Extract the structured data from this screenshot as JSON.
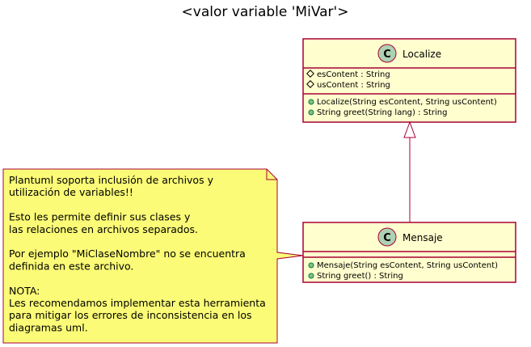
{
  "title": "<valor variable 'MiVar'>",
  "colors": {
    "class_fill": "#FEFECE",
    "class_border": "#A80036",
    "note_fill": "#FBFB77",
    "circle_fill": "#ADD1B2",
    "arrow": "#A80036"
  },
  "classes": {
    "localize": {
      "stereotype_letter": "C",
      "name": "Localize",
      "fields": [
        {
          "visibility": "#",
          "text": "esContent : String"
        },
        {
          "visibility": "#",
          "text": "usContent : String"
        }
      ],
      "methods": [
        {
          "visibility": "+",
          "text": "Localize(String esContent, String usContent)"
        },
        {
          "visibility": "+",
          "text": "String greet(String lang) : String"
        }
      ]
    },
    "mensaje": {
      "stereotype_letter": "C",
      "name": "Mensaje",
      "fields": [],
      "methods": [
        {
          "visibility": "+",
          "text": "Mensaje(String esContent, String usContent)"
        },
        {
          "visibility": "+",
          "text": "String greet() : String"
        }
      ]
    }
  },
  "note": {
    "lines": [
      "Plantuml soporta inclusión de archivos y",
      "utilización de variables!!",
      "",
      "Esto les permite definir sus clases y",
      "las relaciones en archivos separados.",
      "",
      "Por ejemplo \"MiClaseNombre\" no se encuentra",
      "definida en este archivo.",
      "",
      "NOTA:",
      "Les recomendamos implementar esta herramienta",
      "para mitigar los errores de inconsistencia en los",
      "diagramas uml."
    ]
  }
}
